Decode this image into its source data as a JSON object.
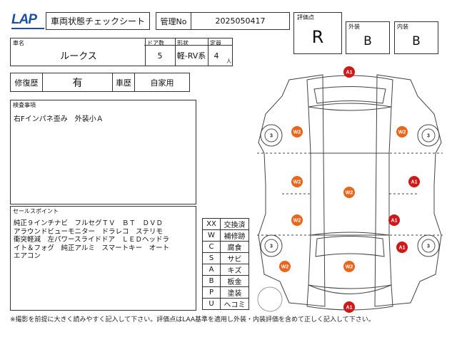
{
  "header": {
    "logo": "LAP",
    "title": "車両状態チェックシート",
    "mgmt_label": "管理No",
    "mgmt_value": "2025050417"
  },
  "vehicle": {
    "name_label": "車名",
    "name": "ルークス",
    "doors_label": "ドア数",
    "doors": "5",
    "shape_label": "形状",
    "shape": "軽-RV系",
    "capacity_label": "定員",
    "capacity": "4",
    "capacity_unit": "人"
  },
  "grades": {
    "overall_label": "評価点",
    "overall": "R",
    "exterior_label": "外装",
    "exterior": "B",
    "interior_label": "内装",
    "interior": "B"
  },
  "history": {
    "repair_label": "修復歴",
    "repair": "有",
    "type_label": "車歴",
    "type": "自家用"
  },
  "inspection": {
    "label": "検査事項",
    "text": "右Fインパネ歪み　外装小Ａ"
  },
  "sales": {
    "label": "セールスポイント",
    "lines": [
      "純正９インチナビ　フルセグＴＶ　ＢＴ　ＤＶＤ",
      "アラウンドビューモニター　ドラレコ　ステリモ",
      "衝突軽減　左パワースライドドア　ＬＥＤヘッドラ",
      "イト＆フォグ　純正アルミ　スマートキー　オート",
      "エアコン"
    ]
  },
  "legend": [
    {
      "code": "XX",
      "desc": "交換済"
    },
    {
      "code": "W",
      "desc": "補修跡"
    },
    {
      "code": "C",
      "desc": "腐食"
    },
    {
      "code": "S",
      "desc": "サビ"
    },
    {
      "code": "A",
      "desc": "キズ"
    },
    {
      "code": "B",
      "desc": "板金"
    },
    {
      "code": "P",
      "desc": "塗装"
    },
    {
      "code": "U",
      "desc": "ヘコミ"
    }
  ],
  "markers": [
    {
      "label": "A1",
      "kind": "a"
    },
    {
      "label": "W2",
      "kind": "w"
    },
    {
      "label": "W2",
      "kind": "w"
    },
    {
      "label": "3",
      "kind": "t"
    },
    {
      "label": "3",
      "kind": "t"
    },
    {
      "label": "A1",
      "kind": "a"
    },
    {
      "label": "W2",
      "kind": "w"
    },
    {
      "label": "W2",
      "kind": "w"
    },
    {
      "label": "W2",
      "kind": "w"
    },
    {
      "label": "A1",
      "kind": "a"
    },
    {
      "label": "3",
      "kind": "t"
    },
    {
      "label": "3",
      "kind": "t"
    },
    {
      "label": "A1",
      "kind": "a"
    },
    {
      "label": "W2",
      "kind": "w"
    },
    {
      "label": "W2",
      "kind": "w"
    },
    {
      "label": "A1",
      "kind": "a"
    }
  ],
  "colors": {
    "a_marker": "#d01818",
    "w_marker": "#e8651c",
    "t_marker": "#ffffff"
  },
  "footer": "※撮影を前提に大きく読みやすく記入して下さい。評価点はLAA基準を適用し外装・内装評価を含めて正しく記入して下さい。"
}
